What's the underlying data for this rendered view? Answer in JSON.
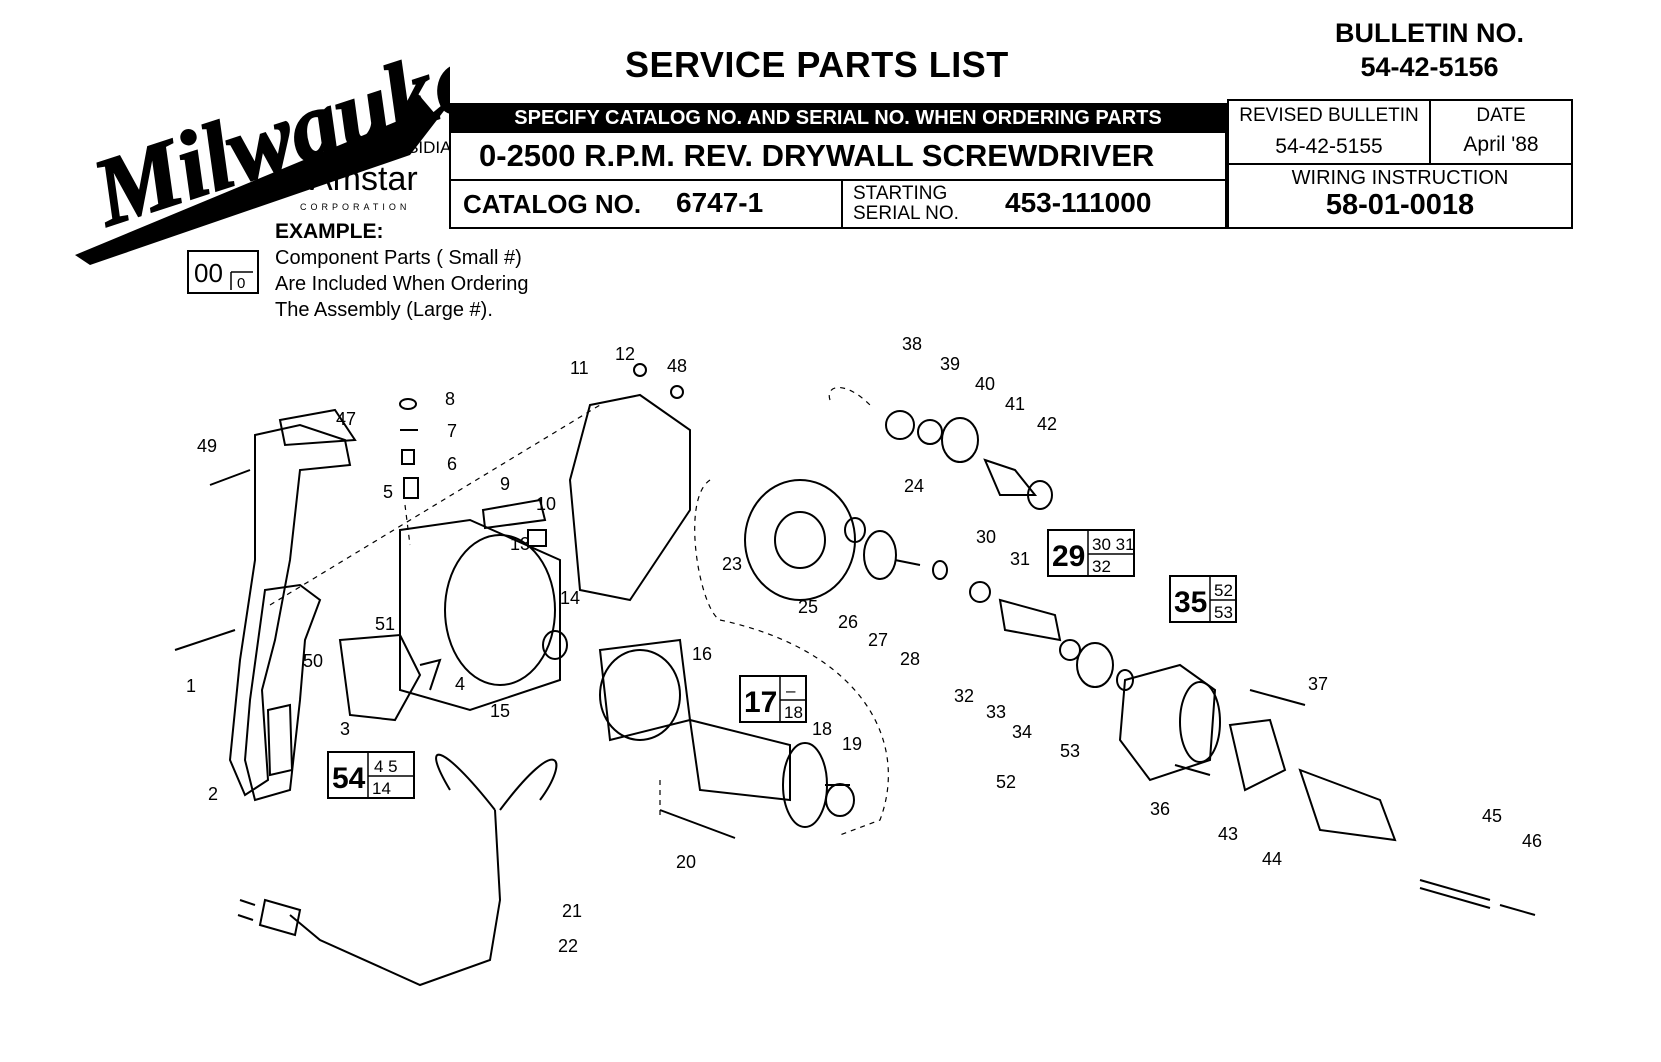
{
  "brand": {
    "name": "Milwaukee",
    "subsidiary_line": "A SUBSIDIARY OF",
    "parent": "Amstar",
    "parent_sub": "CORPORATION"
  },
  "header": {
    "title": "SERVICE PARTS LIST",
    "bulletin_label": "BULLETIN NO.",
    "bulletin_no": "54-42-5156",
    "specify_bar": "SPECIFY CATALOG NO. AND SERIAL NO. WHEN ORDERING PARTS",
    "product": "0-2500 R.P.M. REV. DRYWALL SCREWDRIVER",
    "catalog_label": "CATALOG NO.",
    "catalog_no": "6747-1",
    "starting_label_1": "STARTING",
    "starting_label_2": "SERIAL NO.",
    "serial_no": "453-111000",
    "revised_label": "REVISED BULLETIN",
    "revised_no": "54-42-5155",
    "date_label": "DATE",
    "date_value": "April '88",
    "wiring_label": "WIRING INSTRUCTION",
    "wiring_no": "58-01-0018"
  },
  "example": {
    "title": "EXAMPLE:",
    "big": "00",
    "small": "0",
    "lines": [
      "Component Parts ( Small #)",
      "Are Included When Ordering",
      "The Assembly (Large #)."
    ]
  },
  "callouts": [
    "1",
    "2",
    "3",
    "4",
    "5",
    "6",
    "7",
    "8",
    "9",
    "10",
    "11",
    "12",
    "13",
    "14",
    "15",
    "16",
    "18",
    "19",
    "20",
    "21",
    "22",
    "23",
    "24",
    "25",
    "26",
    "27",
    "28",
    "30",
    "31",
    "32",
    "33",
    "34",
    "36",
    "37",
    "38",
    "39",
    "40",
    "41",
    "42",
    "43",
    "44",
    "45",
    "46",
    "47",
    "48",
    "49",
    "50",
    "51",
    "52",
    "53"
  ],
  "assemblies": [
    {
      "big": "17",
      "small_top": "–",
      "small_bottom": "18"
    },
    {
      "big": "29",
      "small_top": "30 31",
      "small_bottom": "32"
    },
    {
      "big": "35",
      "small_top": "52",
      "small_bottom": "53"
    },
    {
      "big": "54",
      "small_top": "4 5",
      "small_bottom": "14"
    }
  ]
}
